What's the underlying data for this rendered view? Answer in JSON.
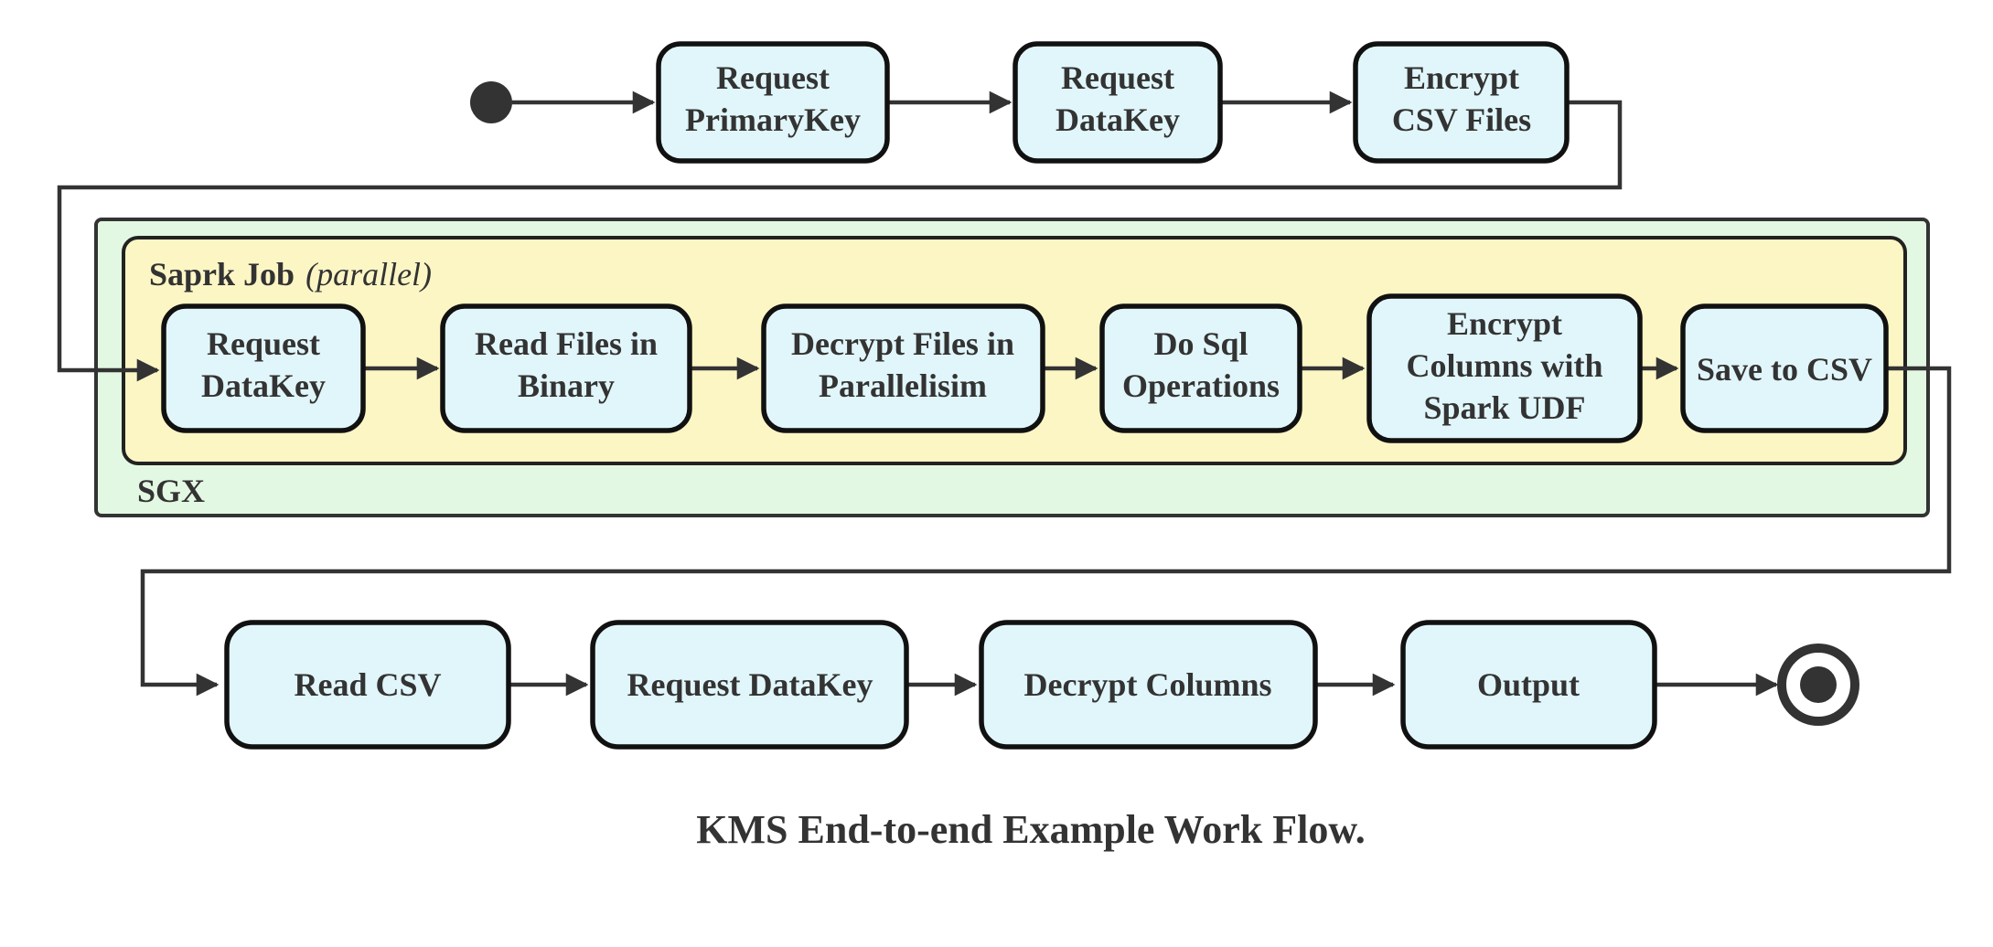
{
  "diagram": {
    "caption": "KMS End-to-end Example Work Flow.",
    "colors": {
      "node_fill": "#e1f6fa",
      "node_border": "#111111",
      "spark_fill": "#fcf6c5",
      "spark_border": "#222222",
      "sgx_fill": "#e3f8e2",
      "sgx_border": "#333333",
      "edge": "#333333",
      "text": "#333333",
      "end_ring_fill": "#ffffff"
    },
    "containers": {
      "spark_job": {
        "label": "Saprk Job",
        "annotation": "(parallel)"
      },
      "sgx": {
        "label": "SGX"
      }
    },
    "nodes": {
      "request_primarykey": {
        "line1": "Request",
        "line2": "PrimaryKey"
      },
      "request_datakey_top": {
        "line1": "Request",
        "line2": "DataKey"
      },
      "encrypt_csv_files": {
        "line1": "Encrypt",
        "line2": "CSV Files"
      },
      "request_datakey_sgx": {
        "line1": "Request",
        "line2": "DataKey"
      },
      "read_files_in_binary": {
        "line1": "Read Files in",
        "line2": "Binary"
      },
      "decrypt_files_in_parallelisim": {
        "line1": "Decrypt Files in",
        "line2": "Parallelisim"
      },
      "do_sql_operations": {
        "line1": "Do Sql",
        "line2": "Operations"
      },
      "encrypt_columns_with_spark_udf": {
        "line1": "Encrypt",
        "line2": "Columns with",
        "line3": "Spark UDF"
      },
      "save_to_csv": {
        "line1": "Save to CSV"
      },
      "read_csv": {
        "line1": "Read CSV"
      },
      "request_datakey_bottom": {
        "line1": "Request DataKey"
      },
      "decrypt_columns": {
        "line1": "Decrypt Columns"
      },
      "output": {
        "line1": "Output"
      }
    }
  }
}
